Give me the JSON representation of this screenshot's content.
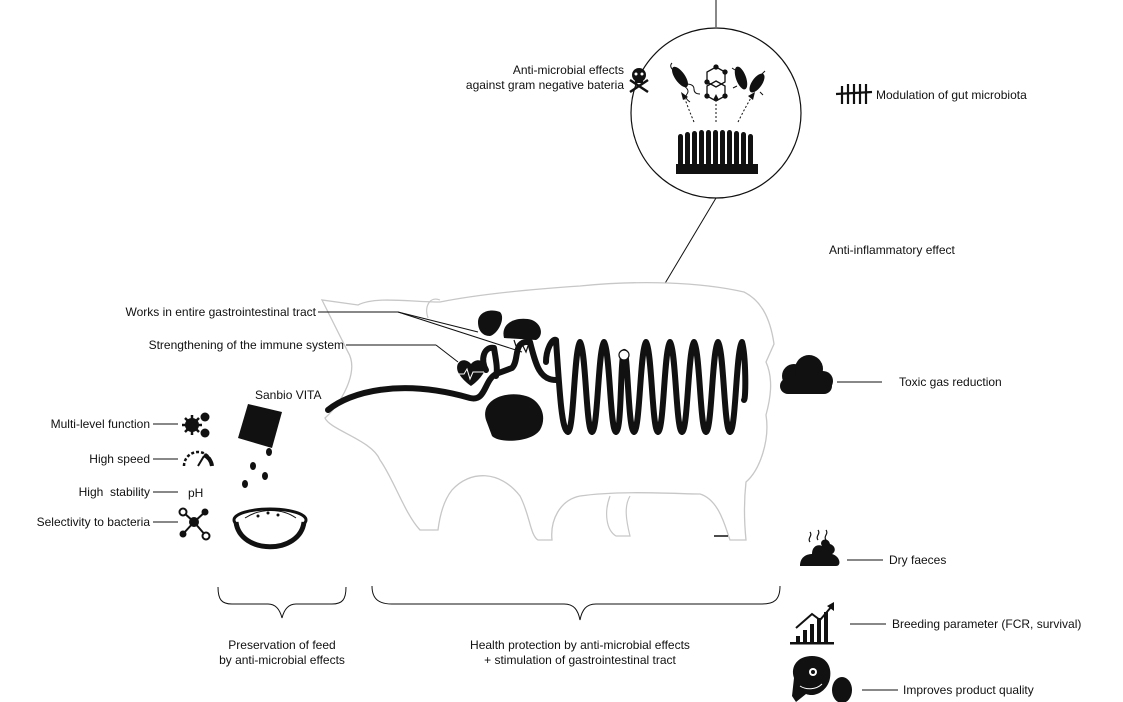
{
  "diagram": {
    "product": "Sanbio VITA",
    "gut_effects": {
      "anti_microbial": [
        "Anti-microbial effects",
        "against gram negative bateria"
      ],
      "microbiota": "Modulation of gut microbiota",
      "anti_inflammatory": "Anti-inflammatory effect"
    },
    "pig_labels": {
      "gi_tract": "Works in entire gastrointestinal tract",
      "immune": "Strengthening of the immune system",
      "toxic_gas": "Toxic gas reduction"
    },
    "feed_properties": {
      "multi_level": "Multi-level function",
      "speed": "High speed",
      "stability": "High  stability",
      "stability_symbol": "pH",
      "selectivity": "Selectivity to bacteria"
    },
    "outcomes": {
      "dry_faeces": "Dry faeces",
      "breeding": "Breeding parameter (FCR, survival)",
      "quality": "Improves product quality"
    },
    "brackets": {
      "feed": [
        "Preservation of feed",
        "by anti-microbial effects"
      ],
      "health": [
        "Health protection by anti-microbial effects",
        "+ stimulation of gastrointestinal tract"
      ]
    }
  },
  "icons": [
    "skull-crossbones-icon",
    "bacterium-icon",
    "molecule-icon",
    "rod-bacteria-icon",
    "tally-icon",
    "villi-icon",
    "liver-icon",
    "pancreas-icon",
    "heart-pulse-icon",
    "stomach-icon",
    "intestine-icon",
    "cloud-icon",
    "gears-icon",
    "speedometer-icon",
    "network-icon",
    "bowl-icon",
    "powder-sachet-icon",
    "drops-icon",
    "faeces-icon",
    "growth-chart-icon",
    "meat-icon",
    "egg-icon"
  ]
}
